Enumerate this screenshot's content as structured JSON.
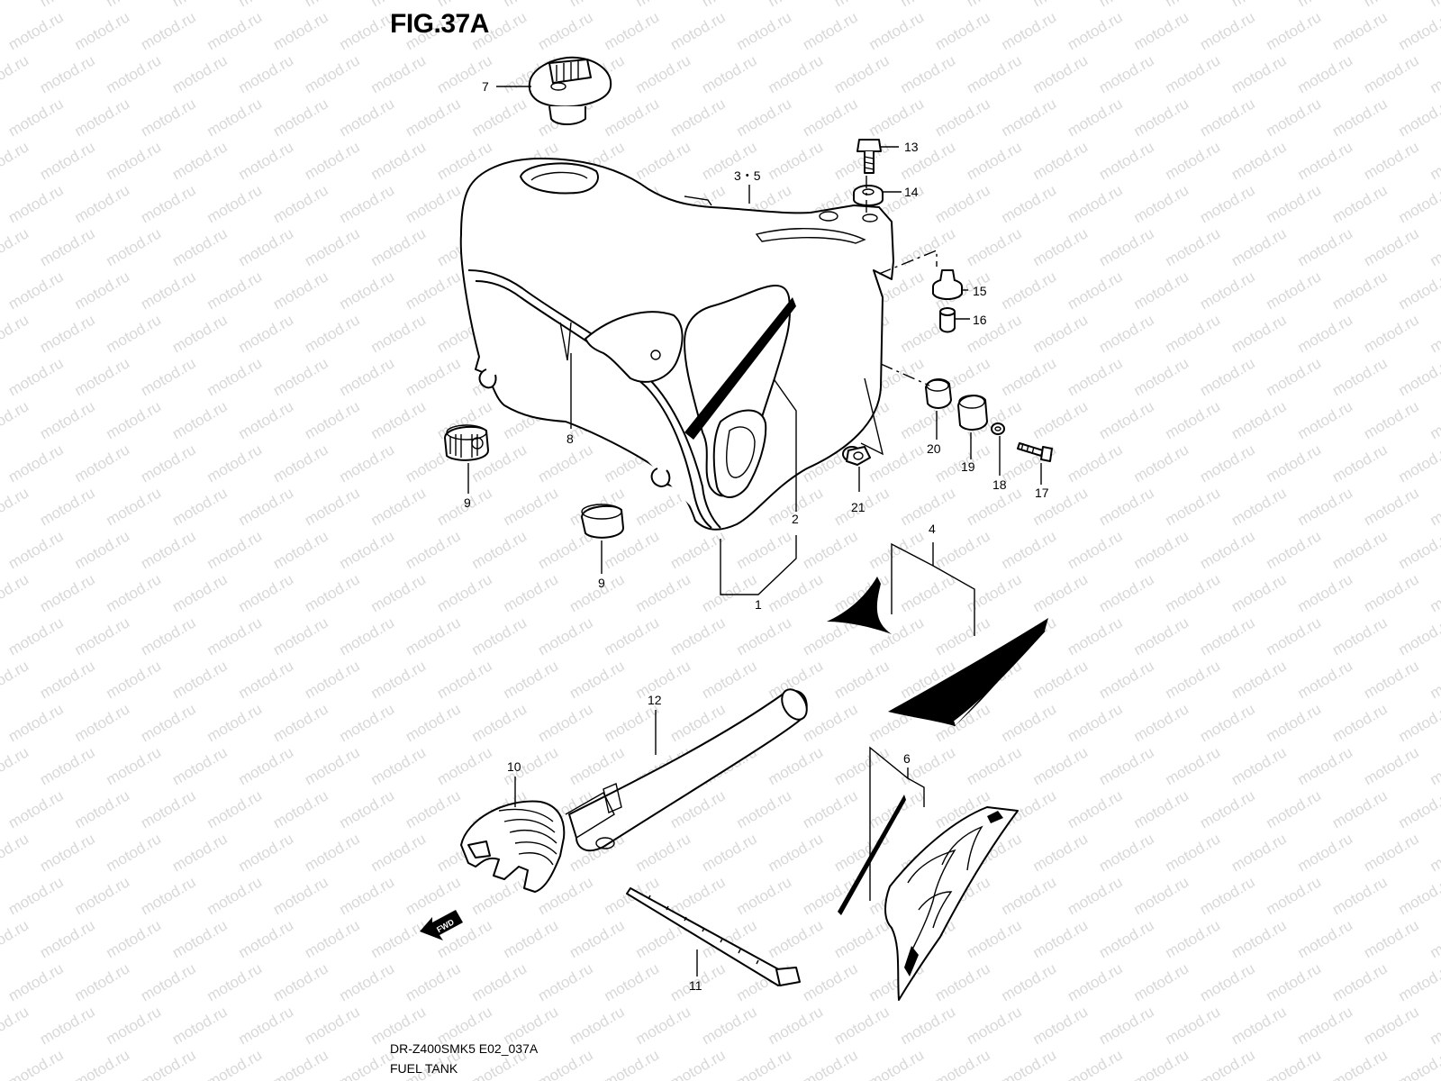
{
  "figure": {
    "title": "FIG.37A",
    "code": "DR-Z400SMK5 E02_037A",
    "name": "FUEL TANK"
  },
  "watermark": {
    "text": "motod.ru",
    "color": "#d8d8d8"
  },
  "callouts": [
    {
      "id": "1",
      "text": "1"
    },
    {
      "id": "2",
      "text": "2"
    },
    {
      "id": "3-5",
      "text": "3・5"
    },
    {
      "id": "4",
      "text": "4"
    },
    {
      "id": "6",
      "text": "6"
    },
    {
      "id": "7",
      "text": "7"
    },
    {
      "id": "8",
      "text": "8"
    },
    {
      "id": "9a",
      "text": "9"
    },
    {
      "id": "9b",
      "text": "9"
    },
    {
      "id": "10",
      "text": "10"
    },
    {
      "id": "11",
      "text": "11"
    },
    {
      "id": "12",
      "text": "12"
    },
    {
      "id": "13",
      "text": "13"
    },
    {
      "id": "14",
      "text": "14"
    },
    {
      "id": "15",
      "text": "15"
    },
    {
      "id": "16",
      "text": "16"
    },
    {
      "id": "17",
      "text": "17"
    },
    {
      "id": "18",
      "text": "18"
    },
    {
      "id": "19",
      "text": "19"
    },
    {
      "id": "20",
      "text": "20"
    },
    {
      "id": "21",
      "text": "21"
    }
  ],
  "direction_arrow": {
    "text": "FWD"
  }
}
